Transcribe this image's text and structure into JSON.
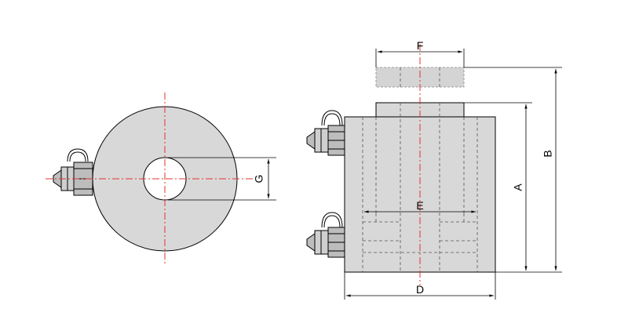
{
  "diagram": {
    "labels": {
      "A": "A",
      "B": "B",
      "D": "D",
      "E": "E",
      "F": "F",
      "G": "G"
    },
    "colors": {
      "body": "#d8d8d8",
      "line": "#000000",
      "centerline": "#e0352b"
    },
    "icons": [
      "coupler-icon"
    ]
  }
}
